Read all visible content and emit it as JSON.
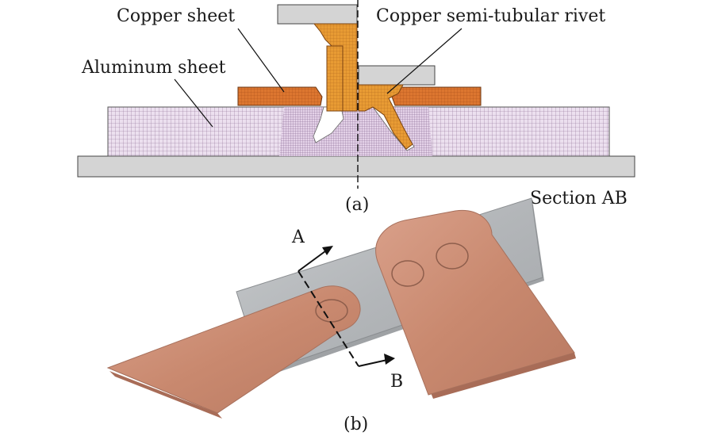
{
  "labels": {
    "copper_sheet": "Copper sheet",
    "rivet": "Copper semi-tubular rivet",
    "aluminum_sheet": "Aluminum sheet",
    "caption_a": "(a)",
    "section": "Section AB",
    "marker_a": "A",
    "marker_b": "B",
    "caption_b": "(b)"
  },
  "colors": {
    "copper_fe": "#d9742c",
    "copper_rivet": "#e59a34",
    "aluminum_mesh": "#e8d8ec",
    "mesh_line": "#8a6a92",
    "tool_gray": "#d2d2d2",
    "al_plate_photo": "#b9bcbf",
    "copper_photo": "#c98c76"
  }
}
